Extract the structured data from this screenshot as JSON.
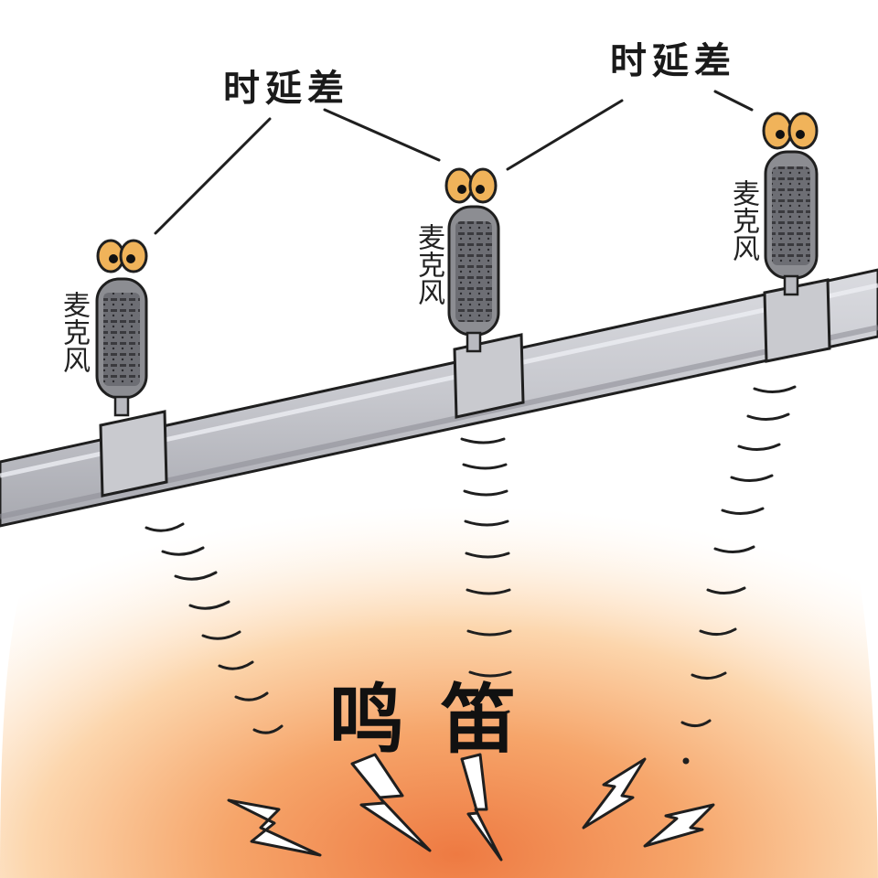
{
  "labels": {
    "delay_left": "时延差",
    "delay_right": "时延差",
    "mic_left": "麦克风",
    "mic_middle": "麦克风",
    "mic_right": "麦克风",
    "whistle": "鸣笛"
  },
  "colors": {
    "pipe": "#c8c9ce",
    "pipe_shadow": "#a9aab0",
    "outline": "#1f1f1f",
    "glow_outer": "#fde7cc",
    "glow_inner": "#f08a50",
    "mic_eye": "#f0b35a"
  },
  "icons": {
    "microphone": "microphone-icon",
    "eyes": "eyes-icon",
    "lightning": "lightning-bolt-icon",
    "sound_wave": "sound-wave-icon"
  }
}
